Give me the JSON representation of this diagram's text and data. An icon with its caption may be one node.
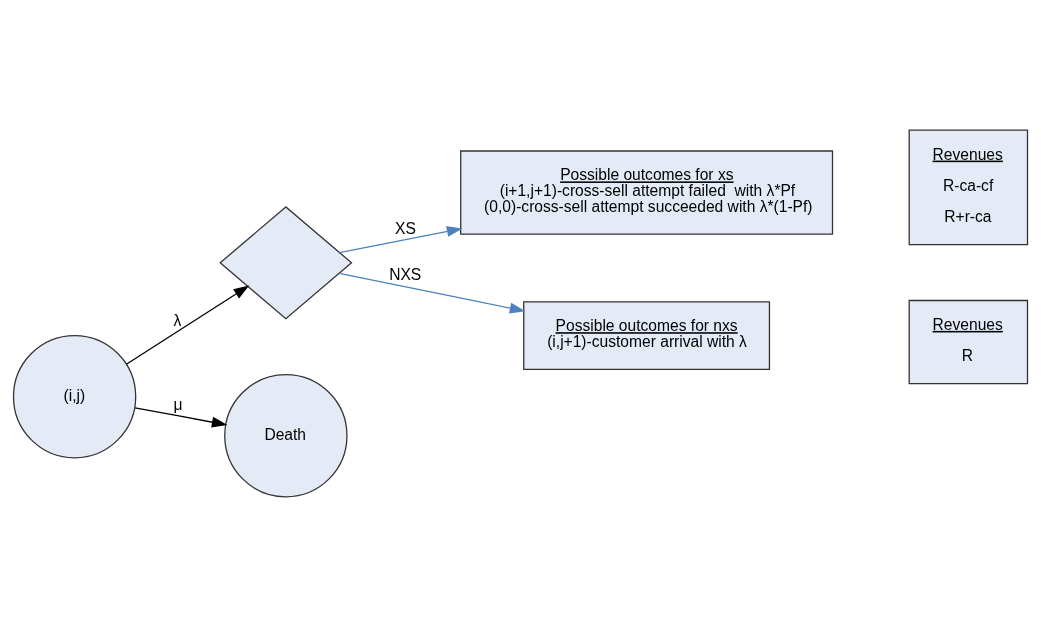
{
  "diagram": {
    "nodes": [
      {
        "text": [
          "(i,j)"
        ]
      },
      {
        "text": [],
        "shape": "diamond"
      },
      {
        "text": [
          "Death"
        ]
      },
      {
        "text": [
          "Possible outcomes for xs",
          "(i+1,j+1)-cross-sell attempt failed  with λ*Pf",
          "(0,0)-cross-sell attempt succeeded with λ*(1-Pf)"
        ]
      },
      {
        "text": [
          "Revenues",
          "R-ca-cf",
          "R+r-ca"
        ]
      },
      {
        "text": [
          "Possible outcomes for nxs",
          "(i,j+1)-customer arrival with λ"
        ]
      },
      {
        "text": [
          "Revenues",
          "R"
        ]
      }
    ],
    "edges": [
      {
        "from": 0,
        "to": 1,
        "arrow": "to",
        "label": "λ"
      },
      {
        "from": 0,
        "to": 2,
        "arrow": "to",
        "label": "μ"
      },
      {
        "from": 1,
        "to": 3,
        "arrow": "to",
        "label": "XS",
        "color": "#4f81bd"
      },
      {
        "from": 1,
        "to": 5,
        "arrow": "to",
        "label": "NXS",
        "color": "#4f81bd"
      }
    ]
  }
}
